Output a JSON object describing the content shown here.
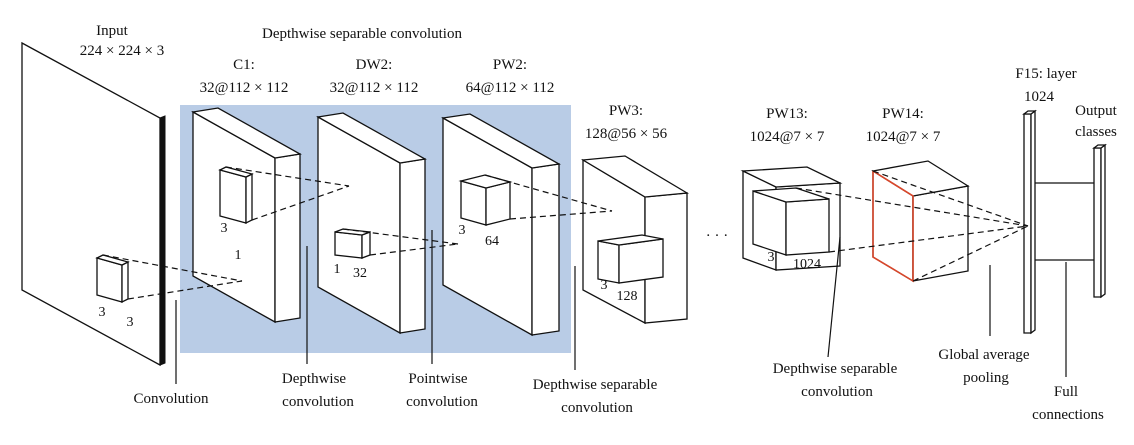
{
  "colors": {
    "separable_block": "#b9cce6",
    "highlight_edge": "#d9472b",
    "stroke": "#111111"
  },
  "labels": {
    "input_title": "Input",
    "input_dims": "224 × 224 × 3",
    "block_title": "Depthwise separable convolution",
    "c1_name": "C1:",
    "c1_dims": "32@112 × 112",
    "dw2_name": "DW2:",
    "dw2_dims": "32@112 × 112",
    "pw2_name": "PW2:",
    "pw2_dims": "64@112 × 112",
    "pw3_name": "PW3:",
    "pw3_dims": "128@56 × 56",
    "pw13_name": "PW13:",
    "pw13_dims": "1024@7 × 7",
    "pw14_name": "PW14:",
    "pw14_dims": "1024@7 × 7",
    "f15_name": "F15: layer",
    "f15_dims": "1024",
    "output_line1": "Output",
    "output_line2": "classes",
    "ellipsis": "· · ·"
  },
  "kernels": {
    "input_k_a": "3",
    "input_k_b": "3",
    "c1_k_a": "3",
    "c1_k_b": "1",
    "dw2_k_a": "1",
    "dw2_k_b": "32",
    "pw2_k_a": "3",
    "pw2_k_b": "64",
    "pw3_k_a": "3",
    "pw3_k_b": "128",
    "pw13_k_a": "3",
    "pw13_k_b": "1024"
  },
  "annotations": {
    "convolution": "Convolution",
    "depthwise_l1": "Depthwise",
    "depthwise_l2": "convolution",
    "pointwise_l1": "Pointwise",
    "pointwise_l2": "convolution",
    "dsc1_l1": "Depthwise separable",
    "dsc1_l2": "convolution",
    "dsc2_l1": "Depthwise separable",
    "dsc2_l2": "convolution",
    "gap_l1": "Global average",
    "gap_l2": "pooling",
    "fc_l1": "Full",
    "fc_l2": "connections"
  }
}
